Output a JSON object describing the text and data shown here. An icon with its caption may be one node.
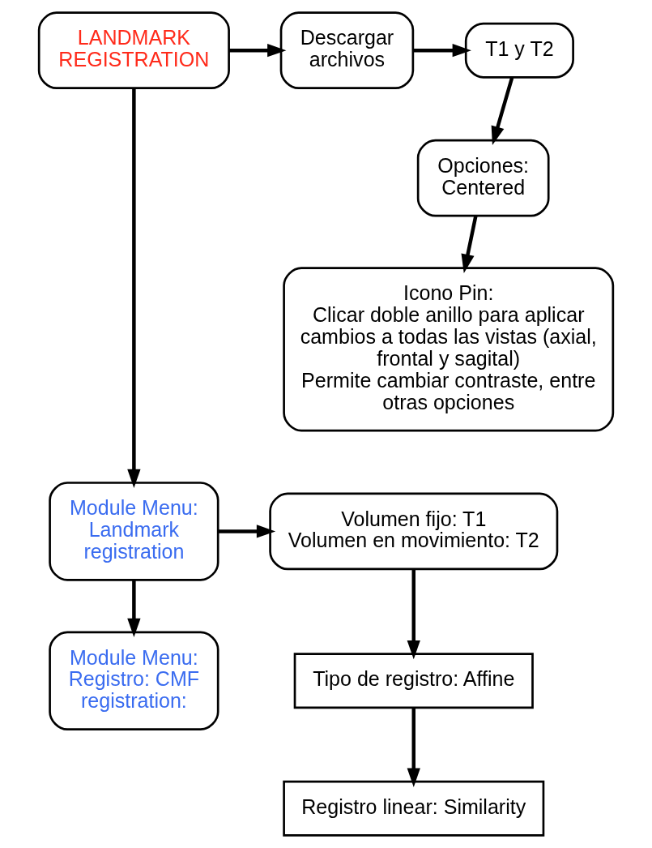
{
  "diagram": {
    "nodes": [
      {
        "text": [
          "LANDMARK REGISTRATION"
        ]
      },
      {
        "text": [
          "Descargar archivos"
        ]
      },
      {
        "text": [
          "T1 y T2"
        ]
      },
      {
        "text": [
          "Opciones: Centered"
        ]
      },
      {
        "text": [
          "Icono Pin:",
          "Clicar doble anillo para aplicar cambios a todas las vistas (axial, frontal y sagital)",
          "Permite cambiar contraste, entre otras opciones"
        ]
      },
      {
        "text": [
          "Module Menu: Landmark registration"
        ]
      },
      {
        "text": [
          "Volumen fijo: T1",
          "Volumen en movimiento: T2"
        ]
      },
      {
        "text": [
          "Tipo de registro: Affine"
        ]
      },
      {
        "text": [
          "Registro linear: Similarity"
        ]
      },
      {
        "text": [
          "Module Menu: Registro: CMF registration:"
        ]
      }
    ],
    "edges": [
      {
        "from": 0,
        "to": 1,
        "arrow": "to"
      },
      {
        "from": 1,
        "to": 2,
        "arrow": "to"
      },
      {
        "from": 2,
        "to": 3,
        "arrow": "to"
      },
      {
        "from": 3,
        "to": 4,
        "arrow": "to"
      },
      {
        "from": 0,
        "to": 5,
        "arrow": "to"
      },
      {
        "from": 5,
        "to": 6,
        "arrow": "to"
      },
      {
        "from": 6,
        "to": 7,
        "arrow": "to"
      },
      {
        "from": 7,
        "to": 8,
        "arrow": "to"
      },
      {
        "from": 5,
        "to": 9,
        "arrow": "to"
      }
    ]
  }
}
